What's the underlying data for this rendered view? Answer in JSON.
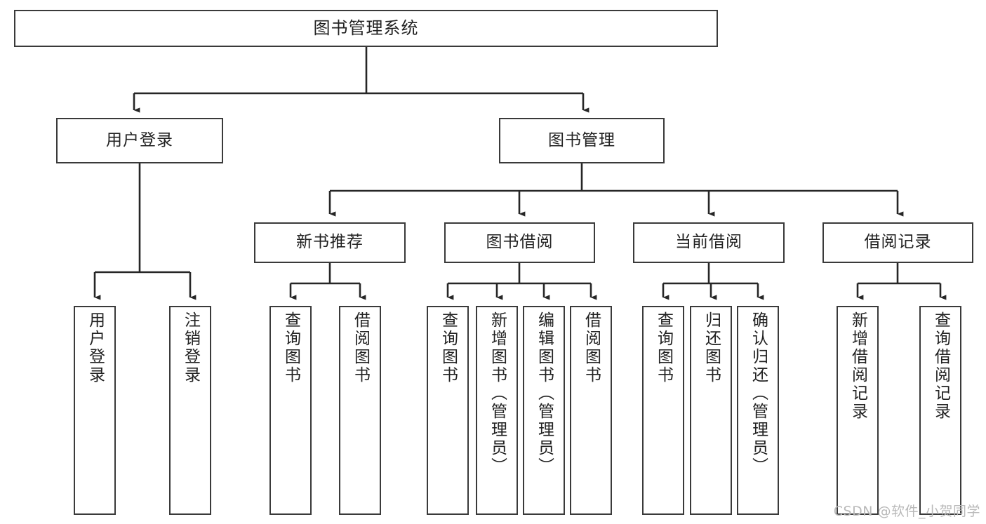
{
  "diagram": {
    "title": "图书管理系统",
    "type": "tree-hierarchy",
    "orientation": "top-down",
    "colors": {
      "box_border": "#3a3a3a",
      "box_fill": "#ffffff",
      "edge": "#262626",
      "text": "#222222",
      "watermark": "#b9b9b9",
      "background": "#ffffff"
    }
  },
  "watermark": {
    "text": "CSDN @软件_小贺同学"
  },
  "nodes": {
    "root": {
      "label": "图书管理系统"
    },
    "level2": [
      {
        "id": "user-login",
        "label": "用户登录"
      },
      {
        "id": "book-manage",
        "label": "图书管理"
      }
    ],
    "level3": [
      {
        "id": "new-book-rec",
        "label": "新书推荐"
      },
      {
        "id": "book-borrow",
        "label": "图书借阅"
      },
      {
        "id": "current-borrow",
        "label": "当前借阅"
      },
      {
        "id": "borrow-record",
        "label": "借阅记录"
      }
    ],
    "leaves": [
      {
        "id": "leaf-user-login",
        "label": "用户登录",
        "parent": "user-login"
      },
      {
        "id": "leaf-logout",
        "label": "注销登录",
        "parent": "user-login"
      },
      {
        "id": "leaf-query-book-1",
        "label": "查询图书",
        "parent": "new-book-rec"
      },
      {
        "id": "leaf-borrow-book-1",
        "label": "借阅图书",
        "parent": "new-book-rec"
      },
      {
        "id": "leaf-query-book-2",
        "label": "查询图书",
        "parent": "book-borrow"
      },
      {
        "id": "leaf-add-book",
        "label": "新增图书（管理员）",
        "parent": "book-borrow"
      },
      {
        "id": "leaf-edit-book",
        "label": "编辑图书（管理员）",
        "parent": "book-borrow"
      },
      {
        "id": "leaf-borrow-book-2",
        "label": "借阅图书",
        "parent": "book-borrow"
      },
      {
        "id": "leaf-query-book-3",
        "label": "查询图书",
        "parent": "current-borrow"
      },
      {
        "id": "leaf-return-book",
        "label": "归还图书",
        "parent": "current-borrow"
      },
      {
        "id": "leaf-confirm-return",
        "label": "确认归还（管理员）",
        "parent": "current-borrow"
      },
      {
        "id": "leaf-add-record",
        "label": "新增借阅记录",
        "parent": "borrow-record"
      },
      {
        "id": "leaf-query-record",
        "label": "查询借阅记录",
        "parent": "borrow-record"
      }
    ]
  }
}
